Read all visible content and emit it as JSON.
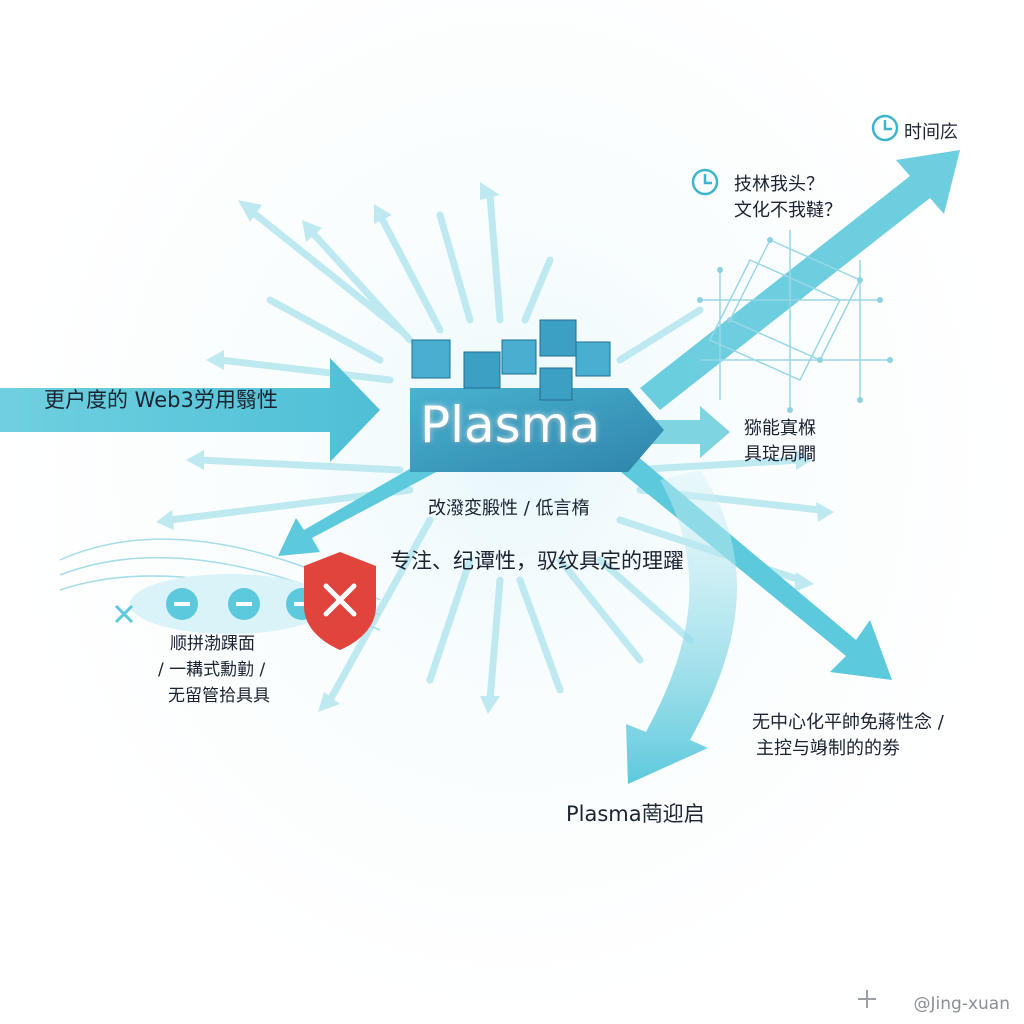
{
  "center": {
    "title": "Plasma"
  },
  "left_arrow": {
    "label": "更户度的 Web3労用翳性"
  },
  "problem": {
    "lines": [
      "顺拼渤踝面",
      "/ 一耩式勳勭 /",
      "无留管拾具具"
    ]
  },
  "center_captions": {
    "line1": "改潑変腶性 / 低言楕",
    "line2": "专注、纪谭性，驭纹具定的理躍"
  },
  "question": {
    "lines": [
      "技林我头？",
      "文化不我韃？"
    ]
  },
  "top_right": {
    "label": "时间庅"
  },
  "right": {
    "lines": [
      "猕能寘椺",
      "具琔局瞷"
    ]
  },
  "bottom_right": {
    "lines": [
      "无中心化平帥免蔣性念 /",
      "主控与竧制的的劵"
    ]
  },
  "bottom": {
    "label": "Plasma菵迎启"
  },
  "watermark": {
    "text": "@Jing-xuan"
  },
  "colors": {
    "arrow": "#5cc9dc",
    "arrow_light": "#a9e2ec",
    "box": "#3f9fc0",
    "shield": "#e0443c"
  }
}
